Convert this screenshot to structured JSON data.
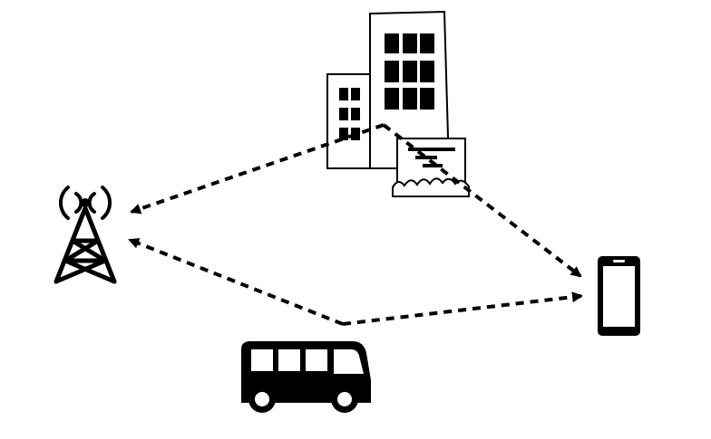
{
  "diagram": {
    "nodes": [
      {
        "id": "tower",
        "icon": "cell-tower-icon"
      },
      {
        "id": "building",
        "icon": "office-building-icon"
      },
      {
        "id": "billboard",
        "icon": "billboard-icon"
      },
      {
        "id": "bus",
        "icon": "bus-icon"
      },
      {
        "id": "phone",
        "icon": "smartphone-icon"
      }
    ],
    "paths": [
      {
        "id": "path-tower-building-phone",
        "via": [
          "phone",
          "building",
          "tower"
        ],
        "style": "dashed-arrow"
      },
      {
        "id": "path-tower-bus-phone",
        "via": [
          "phone",
          "bus",
          "tower"
        ],
        "style": "dashed-arrow"
      }
    ],
    "colors": {
      "ink": "#000000",
      "background": "#ffffff"
    }
  }
}
